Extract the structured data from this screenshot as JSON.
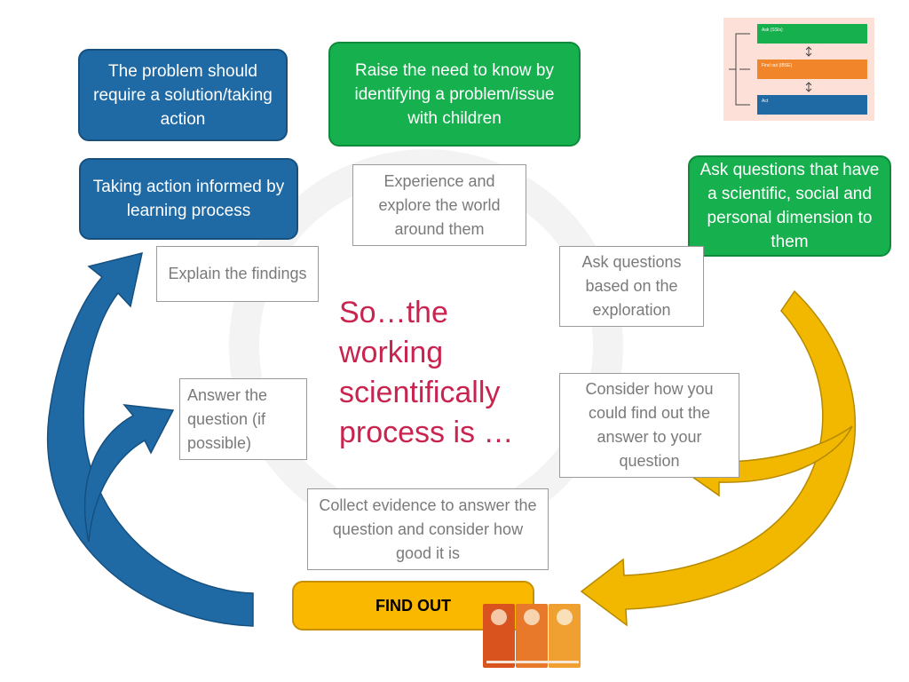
{
  "boxes": {
    "problem_solution": "The problem should require a solution/taking action",
    "raise_need": "Raise the need to know by identifying a problem/issue with children",
    "taking_action": "Taking action informed by learning process",
    "ask_questions_dimension": "Ask questions that have a scientific, social and personal dimension to them"
  },
  "cycle": {
    "experience": "Experience and explore the world around them",
    "explain": "Explain the findings",
    "ask_exploration": "Ask questions based on the exploration",
    "answer": "Answer the question (if possible)",
    "consider": "Consider how you could find out the answer to your question",
    "collect": "Collect evidence to answer the question and consider how good it is"
  },
  "center": {
    "line1": "So…the",
    "line2": "working",
    "line3": "scientifically",
    "line4": "process is …"
  },
  "find_out": "FIND OUT",
  "thumbnail": {
    "ask": "Ask (SSIs)",
    "find_out": "Find out (IBSE)",
    "act": "Act"
  },
  "colors": {
    "blue": "#1f6aa5",
    "green": "#16b04e",
    "gold": "#fbb800",
    "center_text": "#c8244f",
    "arrow_gold": "#d4a300"
  }
}
